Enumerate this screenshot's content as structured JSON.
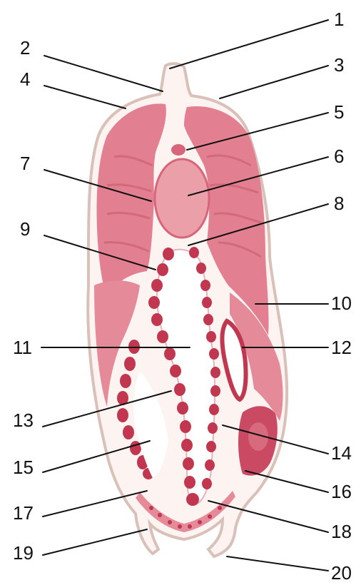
{
  "figure": {
    "labels": [
      "1",
      "2",
      "3",
      "4",
      "5",
      "6",
      "7",
      "8",
      "9",
      "10",
      "11",
      "12",
      "13",
      "14",
      "15",
      "16",
      "17",
      "18",
      "19",
      "20"
    ]
  },
  "colors": {
    "background": "#ffffff",
    "outline": "#d9c0b8",
    "tissue_light": "#e58a98",
    "tissue_mid": "#d9657a",
    "tissue_dark": "#c0374f",
    "lumen": "#ffffff",
    "label_text": "#111111"
  }
}
